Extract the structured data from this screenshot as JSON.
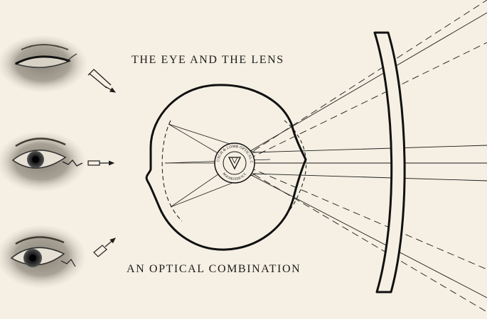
{
  "title": "THE EYE AND THE LENS",
  "caption": "AN OPTICAL COMBINATION",
  "seal": {
    "text_top": "BAUSCH & LOMB OPTICAL CO.",
    "text_bottom": "ROCHESTER N.Y."
  },
  "colors": {
    "background": "#f5f0e3",
    "ink": "#1d1d1d"
  }
}
